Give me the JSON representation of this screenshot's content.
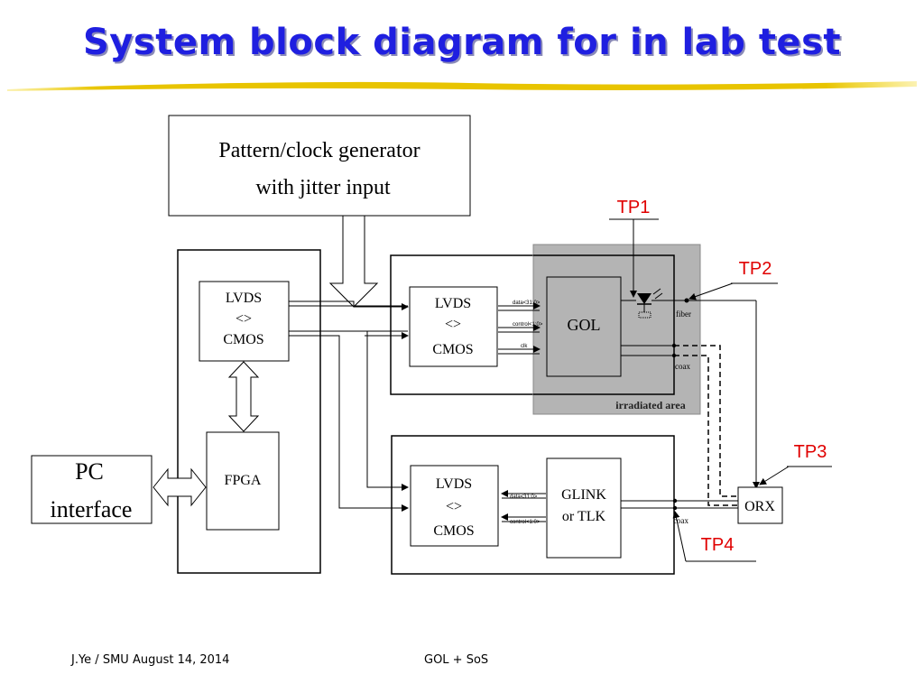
{
  "title": "System block diagram for in lab test",
  "colors": {
    "title": "#1f1fe0",
    "underline": "#e8c400",
    "irradiated": "#b4b4b4",
    "testpoint": "#e00000"
  },
  "blocks": {
    "pattern_generator": {
      "line1": "Pattern/clock generator",
      "line2": "with jitter input"
    },
    "pc_interface": {
      "line1": "PC",
      "line2": "interface"
    },
    "left_lvds": {
      "line1": "LVDS",
      "line2": "<>",
      "line3": "CMOS"
    },
    "fpga": "FPGA",
    "top_lvds": {
      "line1": "LVDS",
      "line2": "<>",
      "line3": "CMOS"
    },
    "gol": "GOL",
    "irradiated_area": "irradiated area",
    "bottom_lvds": {
      "line1": "LVDS",
      "line2": "<>",
      "line3": "CMOS"
    },
    "glink": {
      "line1": "GLINK",
      "line2": "or TLK"
    },
    "orx": "ORX"
  },
  "bus_labels": {
    "top_data": "data<31:0>",
    "top_control": "control<1:0>",
    "top_clk": "clk",
    "bottom_data": "data<31:0>",
    "bottom_control": "control<1:0>"
  },
  "line_labels": {
    "fiber": "fiber",
    "coax_top": "coax",
    "coax_bottom": "coax"
  },
  "test_points": [
    "TP1",
    "TP2",
    "TP3",
    "TP4"
  ],
  "footer": {
    "author_date": "J.Ye / SMU August 14, 2014",
    "topic": "GOL + SoS"
  }
}
